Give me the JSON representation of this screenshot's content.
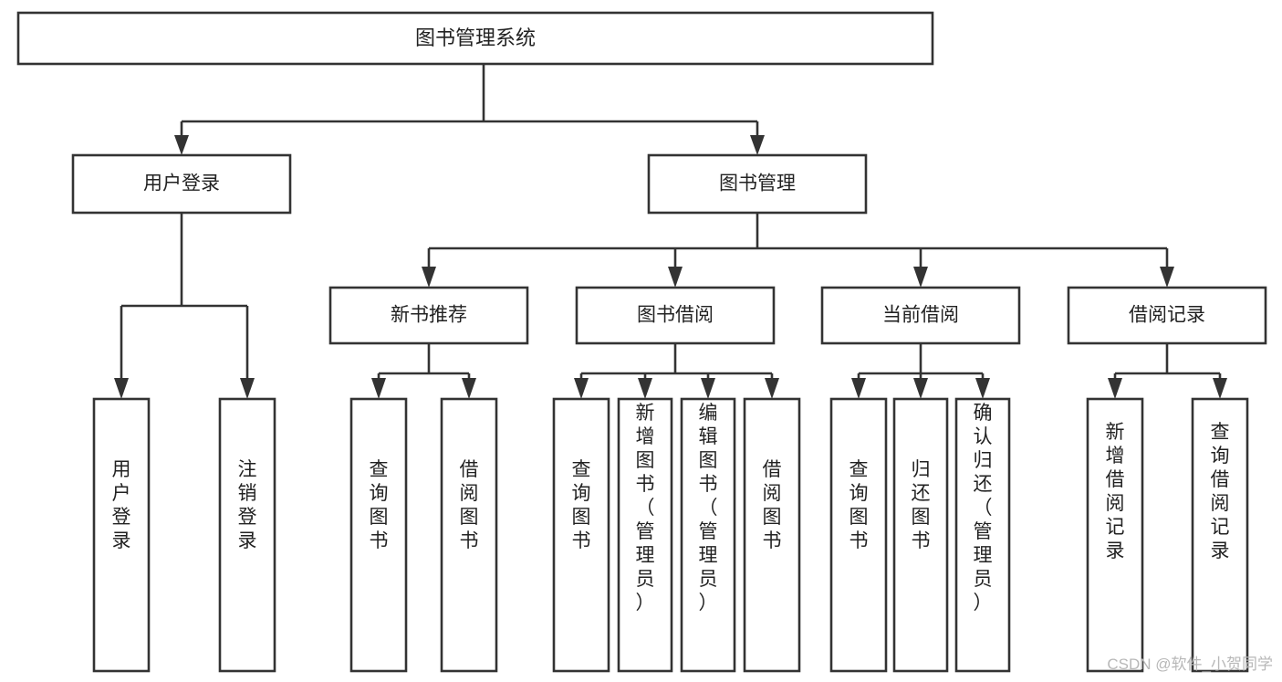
{
  "diagram": {
    "type": "tree",
    "title": "图书管理系统",
    "orientation": "top-down",
    "colors": {
      "stroke": "#333333",
      "box_fill": "#ffffff",
      "text": "#222222",
      "background": "#ffffff",
      "watermark": "#b8b8b8"
    },
    "levels": {
      "root": {
        "label": "图书管理系统"
      },
      "level2": [
        {
          "id": "user-login",
          "label": "用户登录"
        },
        {
          "id": "book-manage",
          "label": "图书管理"
        }
      ],
      "level3": [
        {
          "id": "new-book-rec",
          "label": "新书推荐",
          "parent": "book-manage"
        },
        {
          "id": "book-borrow",
          "label": "图书借阅",
          "parent": "book-manage"
        },
        {
          "id": "current-borrow",
          "label": "当前借阅",
          "parent": "book-manage"
        },
        {
          "id": "borrow-record",
          "label": "借阅记录",
          "parent": "book-manage"
        }
      ],
      "leaves": [
        {
          "id": "leaf-user-login",
          "label": "用户登录",
          "parent": "user-login"
        },
        {
          "id": "leaf-logout",
          "label": "注销登录",
          "parent": "user-login"
        },
        {
          "id": "leaf-query-book-1",
          "label": "查询图书",
          "parent": "new-book-rec"
        },
        {
          "id": "leaf-borrow-book-1",
          "label": "借阅图书",
          "parent": "new-book-rec"
        },
        {
          "id": "leaf-query-book-2",
          "label": "查询图书",
          "parent": "book-borrow"
        },
        {
          "id": "leaf-add-book",
          "label": "新增图书（管理员）",
          "parent": "book-borrow"
        },
        {
          "id": "leaf-edit-book",
          "label": "编辑图书（管理员）",
          "parent": "book-borrow"
        },
        {
          "id": "leaf-borrow-book-2",
          "label": "借阅图书",
          "parent": "book-borrow"
        },
        {
          "id": "leaf-query-book-3",
          "label": "查询图书",
          "parent": "current-borrow"
        },
        {
          "id": "leaf-return-book",
          "label": "归还图书",
          "parent": "current-borrow"
        },
        {
          "id": "leaf-confirm-return",
          "label": "确认归还（管理员）",
          "parent": "current-borrow"
        },
        {
          "id": "leaf-add-record",
          "label": "新增借阅记录",
          "parent": "borrow-record"
        },
        {
          "id": "leaf-query-record",
          "label": "查询借阅记录",
          "parent": "borrow-record"
        }
      ]
    }
  },
  "watermark": {
    "text": "CSDN @软件_小贺同学"
  }
}
